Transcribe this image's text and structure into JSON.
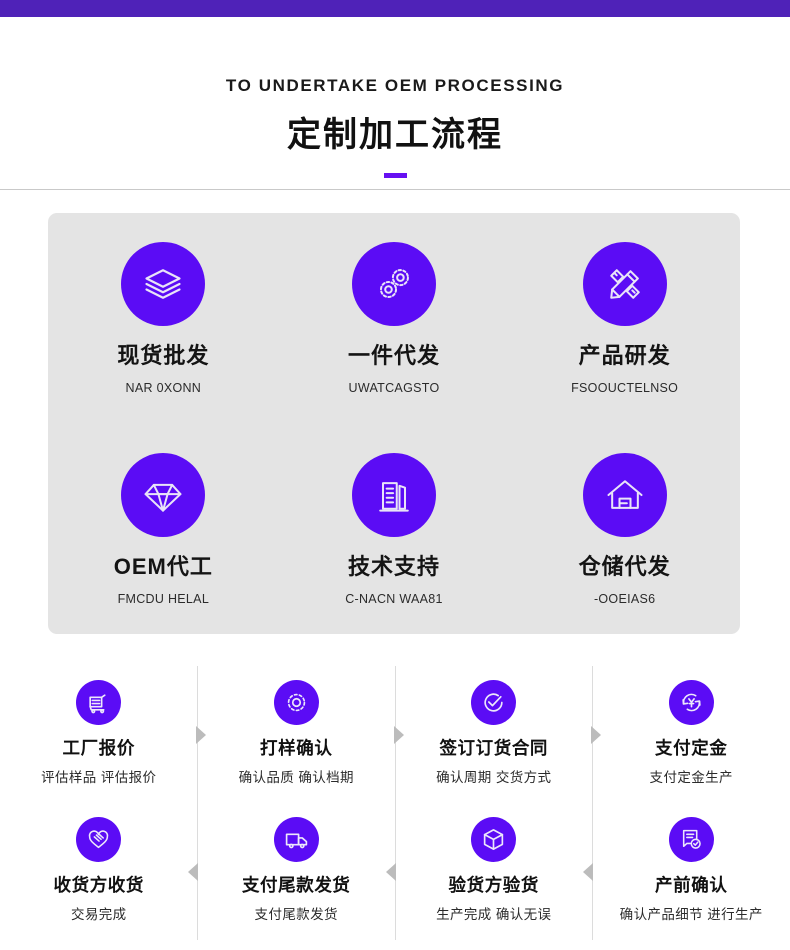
{
  "theme": {
    "top_bar_color": "#4f22b8",
    "accent_color": "#6610f2",
    "icon_circle_color": "#5b0cf5",
    "card_bg_color": "#e4e4e4",
    "divider_color": "#c9c9c9"
  },
  "header": {
    "english_subtitle": "TO UNDERTAKE OEM PROCESSING",
    "chinese_title": "定制加工流程"
  },
  "services": [
    {
      "icon": "layers-icon",
      "title": "现货批发",
      "code": "NAR 0XONN"
    },
    {
      "icon": "gears-icon",
      "title": "一件代发",
      "code": "UWATCAGSTO"
    },
    {
      "icon": "pencil-ruler-icon",
      "title": "产品研发",
      "code": "FSOOUCTELNSO"
    },
    {
      "icon": "diamond-icon",
      "title": "OEM代工",
      "code": "FMCDU HELAL"
    },
    {
      "icon": "building-icon",
      "title": "技术支持",
      "code": "C-NACN WAA81"
    },
    {
      "icon": "warehouse-icon",
      "title": "仓储代发",
      "code": "-OOEIAS6"
    }
  ],
  "process": {
    "row1": [
      {
        "icon": "shopping-cart-icon",
        "title": "工厂报价",
        "sub": "评估样品 评估报价"
      },
      {
        "icon": "gear-outline-icon",
        "title": "打样确认",
        "sub": "确认品质 确认档期"
      },
      {
        "icon": "check-circle-icon",
        "title": "签订订货合同",
        "sub": "确认周期 交货方式"
      },
      {
        "icon": "yuan-refresh-icon",
        "title": "支付定金",
        "sub": "支付定金生产"
      }
    ],
    "row1_arrow_direction": "right",
    "row2": [
      {
        "icon": "handshake-icon",
        "title": "收货方收货",
        "sub": "交易完成"
      },
      {
        "icon": "truck-icon",
        "title": "支付尾款发货",
        "sub": "支付尾款发货"
      },
      {
        "icon": "box-icon",
        "title": "验货方验货",
        "sub": "生产完成 确认无误"
      },
      {
        "icon": "document-check-icon",
        "title": "产前确认",
        "sub": "确认产品细节 进行生产"
      }
    ],
    "row2_arrow_direction": "left"
  }
}
